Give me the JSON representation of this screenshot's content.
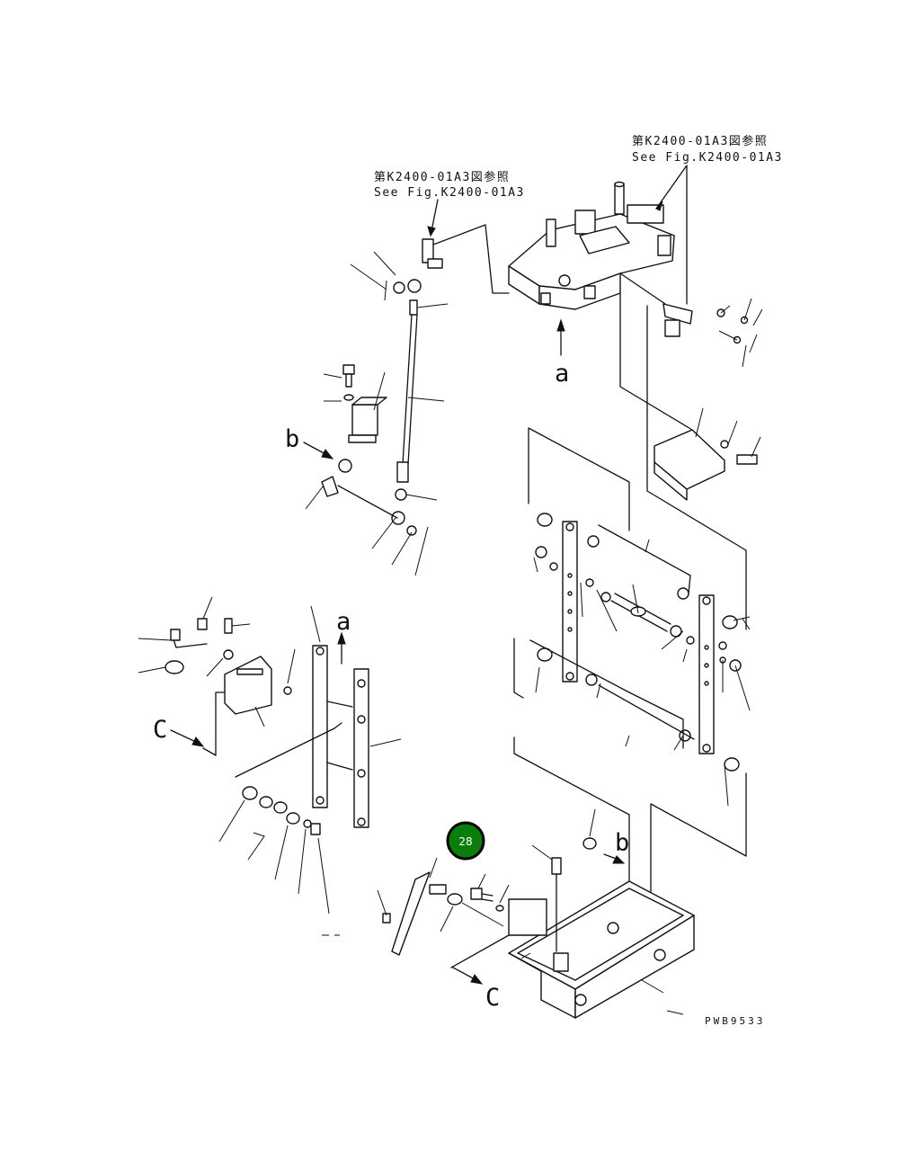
{
  "references": {
    "upper_right_jp": "第K2400-01A3図参照",
    "upper_right_en": "See Fig.K2400-01A3",
    "upper_left_jp": "第K2400-01A3図参照",
    "upper_left_en": "See Fig.K2400-01A3"
  },
  "view_markers": {
    "a_top": "a",
    "a_left": "a",
    "b_left": "b",
    "b_bottom": "b",
    "c_left": "C",
    "c_bottom": "C"
  },
  "highlight_badge": {
    "label": "28",
    "color": "#0a7d0a"
  },
  "drawing_code": "PWB9533",
  "colors": {
    "line": "#111111",
    "background": "#ffffff"
  }
}
